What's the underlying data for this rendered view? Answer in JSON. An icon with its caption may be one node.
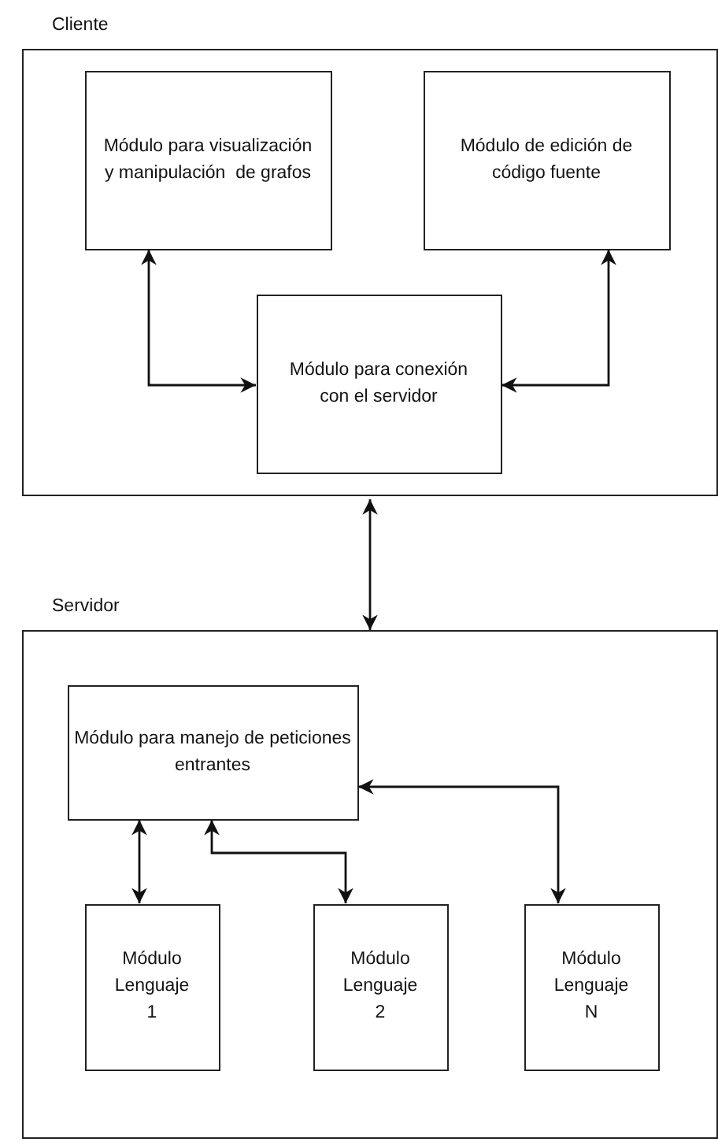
{
  "diagram": {
    "nodes": [
      {
        "text": [
          "Cliente"
        ]
      },
      {
        "text": [
          "Módulo para visualización y manipulación  de grafos"
        ],
        "in": 0
      },
      {
        "text": [
          "Módulo de edición de código fuente"
        ],
        "in": 0
      },
      {
        "text": [
          "Módulo para conexión con el servidor"
        ],
        "in": 0
      },
      {
        "text": [
          "Servidor"
        ]
      },
      {
        "text": [
          "Módulo para manejo de peticiones entrantes"
        ],
        "in": 4
      },
      {
        "text": [
          "Módulo Lenguaje 1"
        ],
        "in": 4
      },
      {
        "text": [
          "Módulo Lenguaje 2"
        ],
        "in": 4
      },
      {
        "text": [
          "Módulo Lenguaje N"
        ],
        "in": 4
      }
    ],
    "edges": [
      {
        "from": 1,
        "to": 3,
        "arrow": "both"
      },
      {
        "from": 2,
        "to": 3,
        "arrow": "both"
      },
      {
        "from": 0,
        "to": 4,
        "arrow": "both"
      },
      {
        "from": 5,
        "to": 6,
        "arrow": "both"
      },
      {
        "from": 5,
        "to": 7,
        "arrow": "both"
      },
      {
        "from": 5,
        "to": 8,
        "arrow": "both"
      }
    ]
  }
}
